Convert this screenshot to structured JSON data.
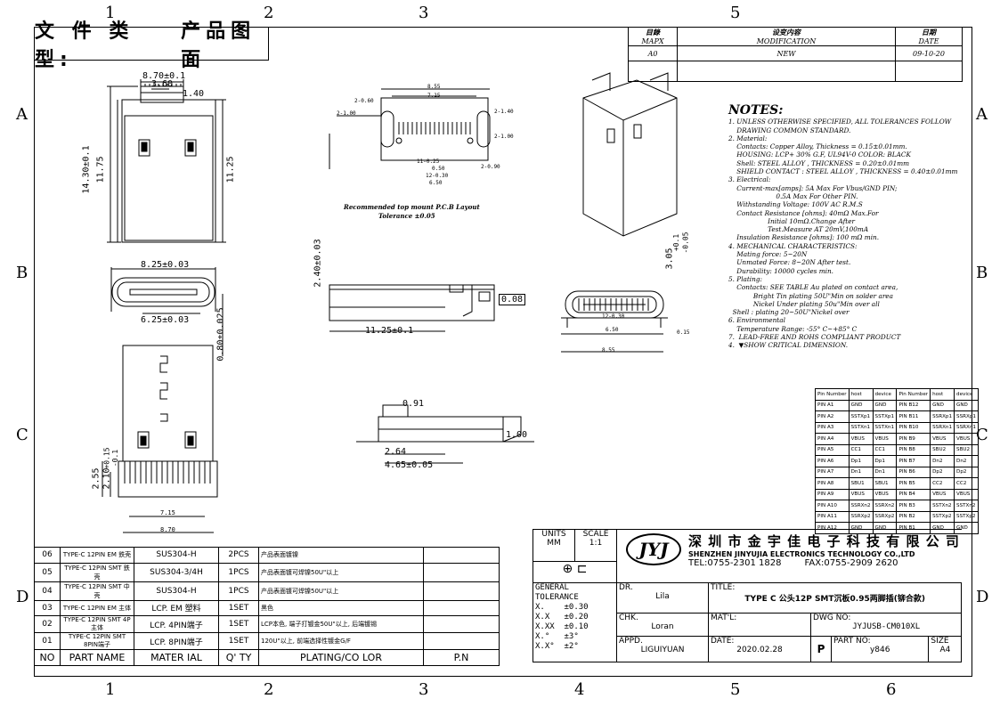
{
  "doc": {
    "type_label": "文 件 类 型:",
    "type_value": "产品图面"
  },
  "grid": {
    "cols": [
      "1",
      "2",
      "3",
      "4",
      "5",
      "6"
    ],
    "rows": [
      "A",
      "B",
      "C",
      "D"
    ]
  },
  "revision": {
    "h_mark": "目錄",
    "h_mark_en": "MAPX",
    "h_mod": "设变内容",
    "h_mod_en": "MODIFICATION",
    "h_date": "日期",
    "h_date_en": "DATE",
    "r_mark": "A0",
    "r_mod": "NEW",
    "r_date": "09-10-20"
  },
  "dims": {
    "d1": "8.70±0.1",
    "d2": "3.60",
    "d3": "1.40",
    "d4": "14.30±0.1",
    "d5": "11.75",
    "d6": "11.25",
    "d7": "8.25±0.03",
    "d8": "6.25±0.03",
    "d9": "0.80±0.025",
    "d10": "2.55",
    "d11": "2.10",
    "d11a": "+0.15",
    "d11b": "-0.1",
    "d12": "7.15",
    "d13": "8.70",
    "d14": "2.40±0.03",
    "d15": "11.25±0.1",
    "d16": "0.08",
    "d17": "3.05",
    "d17a": "+0.1",
    "d17b": "-0.05",
    "d18": "0.91",
    "d19": "1.00",
    "d20": "2.64",
    "d21": "4.65±0.05",
    "pcb1": "Recommended top mount P.C.B Layout",
    "pcb2": "Tolerance ±0.05",
    "p1": "8.55",
    "p2": "7.15",
    "p3": "2-0.60",
    "p4": "2-1.00",
    "p5": "2-1.40",
    "p6": "2-1.00",
    "p7": "11-0.25",
    "p8": "0.50",
    "p9": "12-0.30",
    "p10": "6.50",
    "p11": "2-0.90",
    "s1": "12-0.30",
    "s2": "6.50",
    "s3": "8.55",
    "s4": "0.15"
  },
  "notes": {
    "title": "NOTES:",
    "lines": [
      "1. UNLESS OTHERWISE SPECIFIED, ALL TOLERANCES FOLLOW",
      "    DRAWING COMMON STANDARD.",
      "2. Material:",
      "    Contacts: Copper Alloy, Thickness = 0.15±0.01mm.",
      "    HOUSING: LCP+ 30% G.F, UL94V-0 COLOR: BLACK",
      "    Shell: STEEL ALLOY , THICKNESS = 0.20±0.01mm",
      "    SHIELD CONTACT : STEEL ALLOY , THICKNESS = 0.40±0.01mm",
      "3. Electrical:",
      "    Current-max[amps]: 5A Max For Vbus/GND PIN;",
      "                       0.5A Max For Other PIN.",
      "    Withstanding Voltage: 100V AC R.M.S",
      "    Contact Resistance [ohms]: 40mΩ Max.For",
      "                   Initial 10mΩ.Change After",
      "                   Test.Measure AT 20mV,100mA",
      "    Insulation Resistance [ohms]: 100 mΩ min.",
      "4. MECHANICAL CHARACTERISTICS:",
      "    Mating force: 5~20N",
      "    Unmated Force: 8~20N After test.",
      "    Durability: 10000 cycles min.",
      "5. Plating:",
      "    Contacts: SEE TABLE Au plated on contact area,",
      "            Bright Tin plating 50U\"Min on solder area",
      "            Nickel Under plating 50u\"Min over all",
      "  Shell : plating 20~50U\"Nickel over",
      "6. Environmental",
      "    Temperature Range: -55° C~+85° C",
      "7.  LEAD-FREE AND ROHS COMPLIANT PRODUCT",
      "4.  ▼SHOW CRITICAL DIMENSION."
    ]
  },
  "pin_table": {
    "headers": [
      "Pin Number",
      "host",
      "device",
      "Pin Number",
      "host",
      "device"
    ],
    "rows": [
      [
        "PIN A1",
        "GND",
        "GND",
        "PIN B12",
        "GND",
        "GND"
      ],
      [
        "PIN A2",
        "SSTXp1",
        "SSTXp1",
        "PIN B11",
        "SSRXp1",
        "SSRXp1"
      ],
      [
        "PIN A3",
        "SSTXn1",
        "SSTXn1",
        "PIN B10",
        "SSRXn1",
        "SSRXn1"
      ],
      [
        "PIN A4",
        "VBUS",
        "VBUS",
        "PIN B9",
        "VBUS",
        "VBUS"
      ],
      [
        "PIN A5",
        "CC1",
        "CC1",
        "PIN B8",
        "SBU2",
        "SBU2"
      ],
      [
        "PIN A6",
        "Dp1",
        "Dp1",
        "PIN B7",
        "Dn2",
        "Dn2"
      ],
      [
        "PIN A7",
        "Dn1",
        "Dn1",
        "PIN B6",
        "Dp2",
        "Dp2"
      ],
      [
        "PIN A8",
        "SBU1",
        "SBU1",
        "PIN B5",
        "CC2",
        "CC2"
      ],
      [
        "PIN A9",
        "VBUS",
        "VBUS",
        "PIN B4",
        "VBUS",
        "VBUS"
      ],
      [
        "PIN A10",
        "SSRXn2",
        "SSRXn2",
        "PIN B3",
        "SSTXn2",
        "SSTXn2"
      ],
      [
        "PIN A11",
        "SSRXp2",
        "SSRXp2",
        "PIN B2",
        "SSTXp2",
        "SSTXp2"
      ],
      [
        "PIN A12",
        "GND",
        "GND",
        "PIN B1",
        "GND",
        "GND"
      ]
    ]
  },
  "bom": {
    "headers": [
      "NO",
      "PART NAME",
      "MATER IAL",
      "Q' TY",
      "PLATING/CO LOR",
      "P.N"
    ],
    "rows": [
      [
        "06",
        "TYPE-C 12PIN EM 鉄壳",
        "SUS304-H",
        "2PCS",
        "产品表面镀镍",
        ""
      ],
      [
        "05",
        "TYPE-C 12PIN SMT 鉄壳",
        "SUS304-3/4H",
        "1PCS",
        "产品表面镀可焊镍50U\"以上",
        ""
      ],
      [
        "04",
        "TYPE-C 12PIN SMT 中壳",
        "SUS304-H",
        "1PCS",
        "产品表面镀可焊镍50U\"以上",
        ""
      ],
      [
        "03",
        "TYPE-C 12PIN EM 主体",
        "LCP. EM 塑料",
        "1SET",
        "黑色",
        ""
      ],
      [
        "02",
        "TYPE-C 12PIN SMT 4P主体",
        "LCP. 4PIN端子",
        "1SET",
        "LCP本色, 端子打镀金50U\"以上, 后端镀锡",
        ""
      ],
      [
        "01",
        "TYPE-C 12PIN SMT 8PIN端子",
        "LCP. 8PIN端子",
        "1SET",
        "120U\"以上, 前端选择性镀金G/F",
        ""
      ]
    ]
  },
  "title_block": {
    "units_label": "UNITS",
    "units": "MM",
    "scale_label": "SCALE",
    "scale": "1:1",
    "company_cn": "深 圳 市 金 宇 佳 电 子 科 技 有 限 公 司",
    "company_en": "SHENZHEN JINYUJIA ELECTRONICS TECHNOLOGY CO.,LTD",
    "tel": "TEL:0755-2301 1828",
    "fax": "FAX:0755-2909 2620",
    "logo": "JYJ",
    "gen_tol": "GENERAL TOLERANCE",
    "tol1": "X.    ±0.30",
    "tol2": "X.X   ±0.20",
    "tol3": "X.XX  ±0.10",
    "tol4": "X.°   ±3°",
    "tol5": "X.X°  ±2°",
    "dr_label": "DR.",
    "dr": "Lila",
    "chk_label": "CHK.",
    "chk": "Loran",
    "appd_label": "APPD.",
    "appd": "LIGUIYUAN",
    "title_label": "TITLE:",
    "title": "TYPE C 公头12P SMT沉板0.95两脚插(铆合款)",
    "matl_label": "MAT'L:",
    "dwg_label": "DWG NO:",
    "dwg": "JYJUSB-CM010XL",
    "date_label": "DATE:",
    "date": "2020.02.28",
    "p": "P",
    "part_label": "PART NO:",
    "part": "y846",
    "size_label": "SIZE",
    "size": "A4"
  }
}
